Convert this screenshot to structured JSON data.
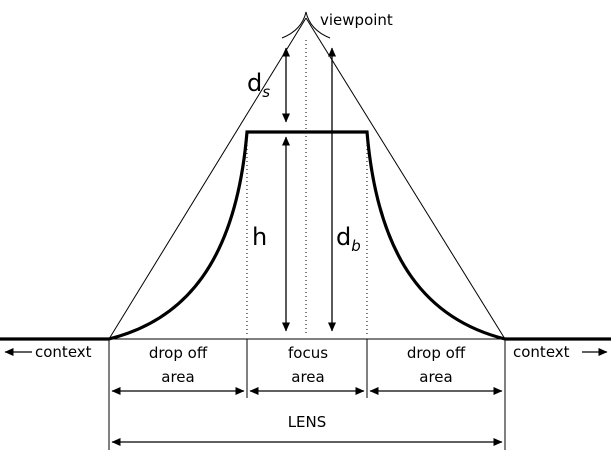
{
  "labels": {
    "viewpoint": "viewpoint",
    "ds_main": "d",
    "ds_sub": "s",
    "h": "h",
    "db_main": "d",
    "db_sub": "b",
    "context_left": "context",
    "context_right": "context",
    "drop_off_left_line1": "drop off",
    "drop_off_left_line2": "area",
    "focus_line1": "focus",
    "focus_line2": "area",
    "drop_off_right_line1": "drop off",
    "drop_off_right_line2": "area",
    "lens": "LENS"
  }
}
